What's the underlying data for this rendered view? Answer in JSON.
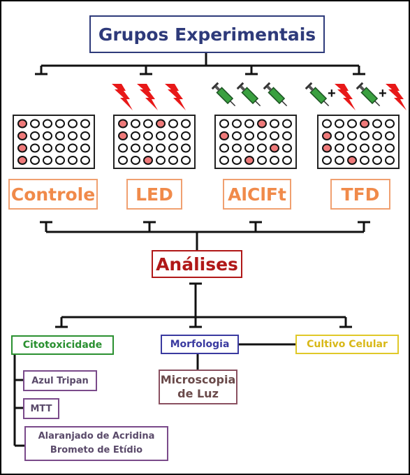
{
  "title": "Grupos Experimentais",
  "groups": [
    {
      "label": "Controle",
      "red_wells": [
        [
          0,
          0
        ],
        [
          1,
          0
        ],
        [
          2,
          0
        ],
        [
          3,
          0
        ]
      ]
    },
    {
      "label": "LED",
      "red_wells": [
        [
          0,
          0
        ],
        [
          0,
          3
        ],
        [
          1,
          0
        ],
        [
          3,
          2
        ]
      ]
    },
    {
      "label": "AlClFt",
      "red_wells": [
        [
          0,
          3
        ],
        [
          1,
          0
        ],
        [
          2,
          4
        ],
        [
          3,
          2
        ]
      ]
    },
    {
      "label": "TFD",
      "red_wells": [
        [
          0,
          3
        ],
        [
          1,
          0
        ],
        [
          2,
          0
        ],
        [
          3,
          2
        ]
      ]
    }
  ],
  "plate_grid": {
    "rows": 4,
    "cols": 6
  },
  "analises": "Análises",
  "categories": {
    "citotoxicidade": "Citotoxicidade",
    "morfologia": "Morfologia",
    "cultivo": "Cultivo Celular"
  },
  "methods": {
    "azul": "Azul Tripan",
    "mtt": "MTT",
    "laranja_line1": "Alaranjado de Acridina",
    "laranja_line2": "Brometo de Etídio",
    "microscopia_line1": "Microscopia",
    "microscopia_line2": "de Luz"
  },
  "plus_sign": "+",
  "colors": {
    "title": "#2e3a7a",
    "group_label": "#f08a4a",
    "analises": "#b01818",
    "citotoxicidade": "#2a9030",
    "morfologia": "#3a3aa0",
    "cultivo": "#d8b818",
    "sub_border": "#7a4a8a",
    "well_red": "#ef7a7a",
    "lightning": "#e81818",
    "syringe": "#3aa040"
  },
  "icons": [
    "lightning-bolt-icon",
    "syringe-icon"
  ]
}
